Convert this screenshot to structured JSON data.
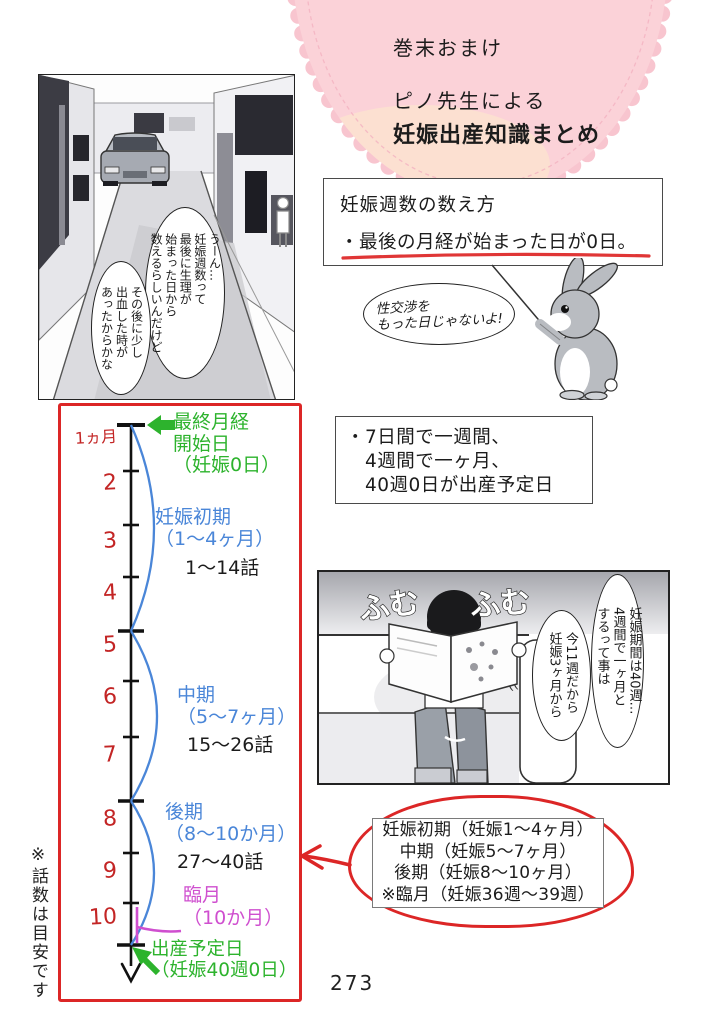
{
  "colors": {
    "accent_red": "#dc2626",
    "green": "#2db32d",
    "blue": "#4a86d8",
    "magenta": "#cf4fcf",
    "pink_fill": "#fbd2d8",
    "pink_edge": "#f8c5cf"
  },
  "header": {
    "kicker": "巻末おまけ",
    "byline": "ピノ先生による",
    "title": "妊娠出産知識まとめ"
  },
  "panel_street": {
    "bubble_main": "うーん…\n妊娠週数って\n最後に生理が\n始まった日から\n数えるらしいんだけど",
    "bubble_sub": "その後に少し\n出血した時が\nあったからかな"
  },
  "counting_box": {
    "title": "妊娠週数の数え方",
    "point": "・最後の月経が始まった日が0日。"
  },
  "rabbit": {
    "bubble": "性交渉を\nもった日じゃないよ!"
  },
  "weeks_box": {
    "text": "・7日間で一週間、\n　4週間で一ヶ月、\n　40週0日が出産予定日"
  },
  "timeline": {
    "months": [
      "1ヵ月",
      "2",
      "3",
      "4",
      "5",
      "6",
      "7",
      "8",
      "9",
      "10"
    ],
    "start_label": "最終月経\n開始日\n（妊娠0日）",
    "early_label": "妊娠初期\n（1〜4ヶ月）",
    "early_episodes": "1〜14話",
    "mid_label": "中期\n（5〜7ヶ月）",
    "mid_episodes": "15〜26話",
    "late_label": "後期\n（8〜10か月）",
    "late_episodes": "27〜40話",
    "last_month_label": "臨月\n（10か月）",
    "due_label": "出産予定日\n（妊娠40週0日）",
    "side_note": "※話数は目安です"
  },
  "panel_reading": {
    "sfx_left": "ふむ",
    "sfx_right": "ふむ",
    "bubble_right": "妊娠期間は40週…\n4週間で一ヶ月と\nするって事は",
    "bubble_left": "今11週だから\n妊娠3ヶ月から"
  },
  "summary": {
    "lines": [
      "妊娠初期（妊娠1〜4ヶ月）",
      "中期（妊娠5〜7ヶ月）",
      "後期（妊娠8〜10ヶ月）",
      "※臨月（妊娠36週〜39週）"
    ]
  },
  "page_number": "273"
}
